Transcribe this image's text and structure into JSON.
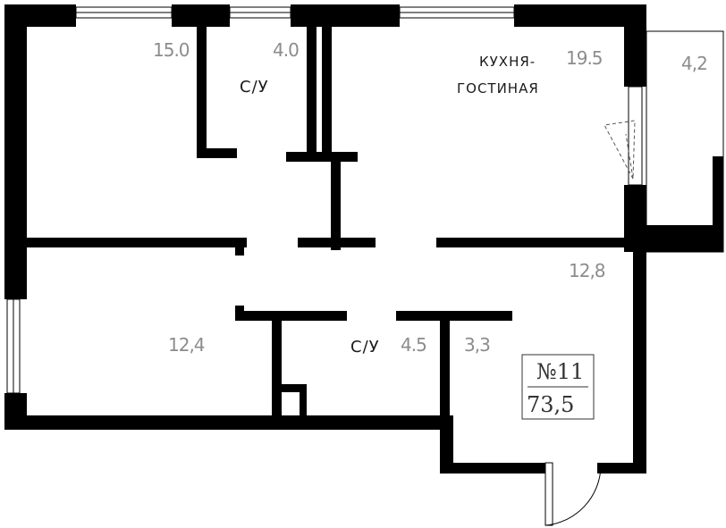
{
  "rooms": {
    "room_top_left": {
      "area": "15.0"
    },
    "bathroom_top": {
      "area": "4.0",
      "label": "С/У"
    },
    "kitchen": {
      "area": "19.5",
      "label_line1": "КУХНЯ-",
      "label_line2": "ГОСТИНАЯ"
    },
    "balcony": {
      "area": "4,2"
    },
    "hallway": {
      "area": "12,8"
    },
    "room_bottom_left": {
      "area": "12,4"
    },
    "bathroom_bottom": {
      "area": "4.5",
      "label": "С/У"
    },
    "storage": {
      "area": "3,3"
    }
  },
  "apartment": {
    "number": "№11",
    "total_area": "73,5"
  }
}
